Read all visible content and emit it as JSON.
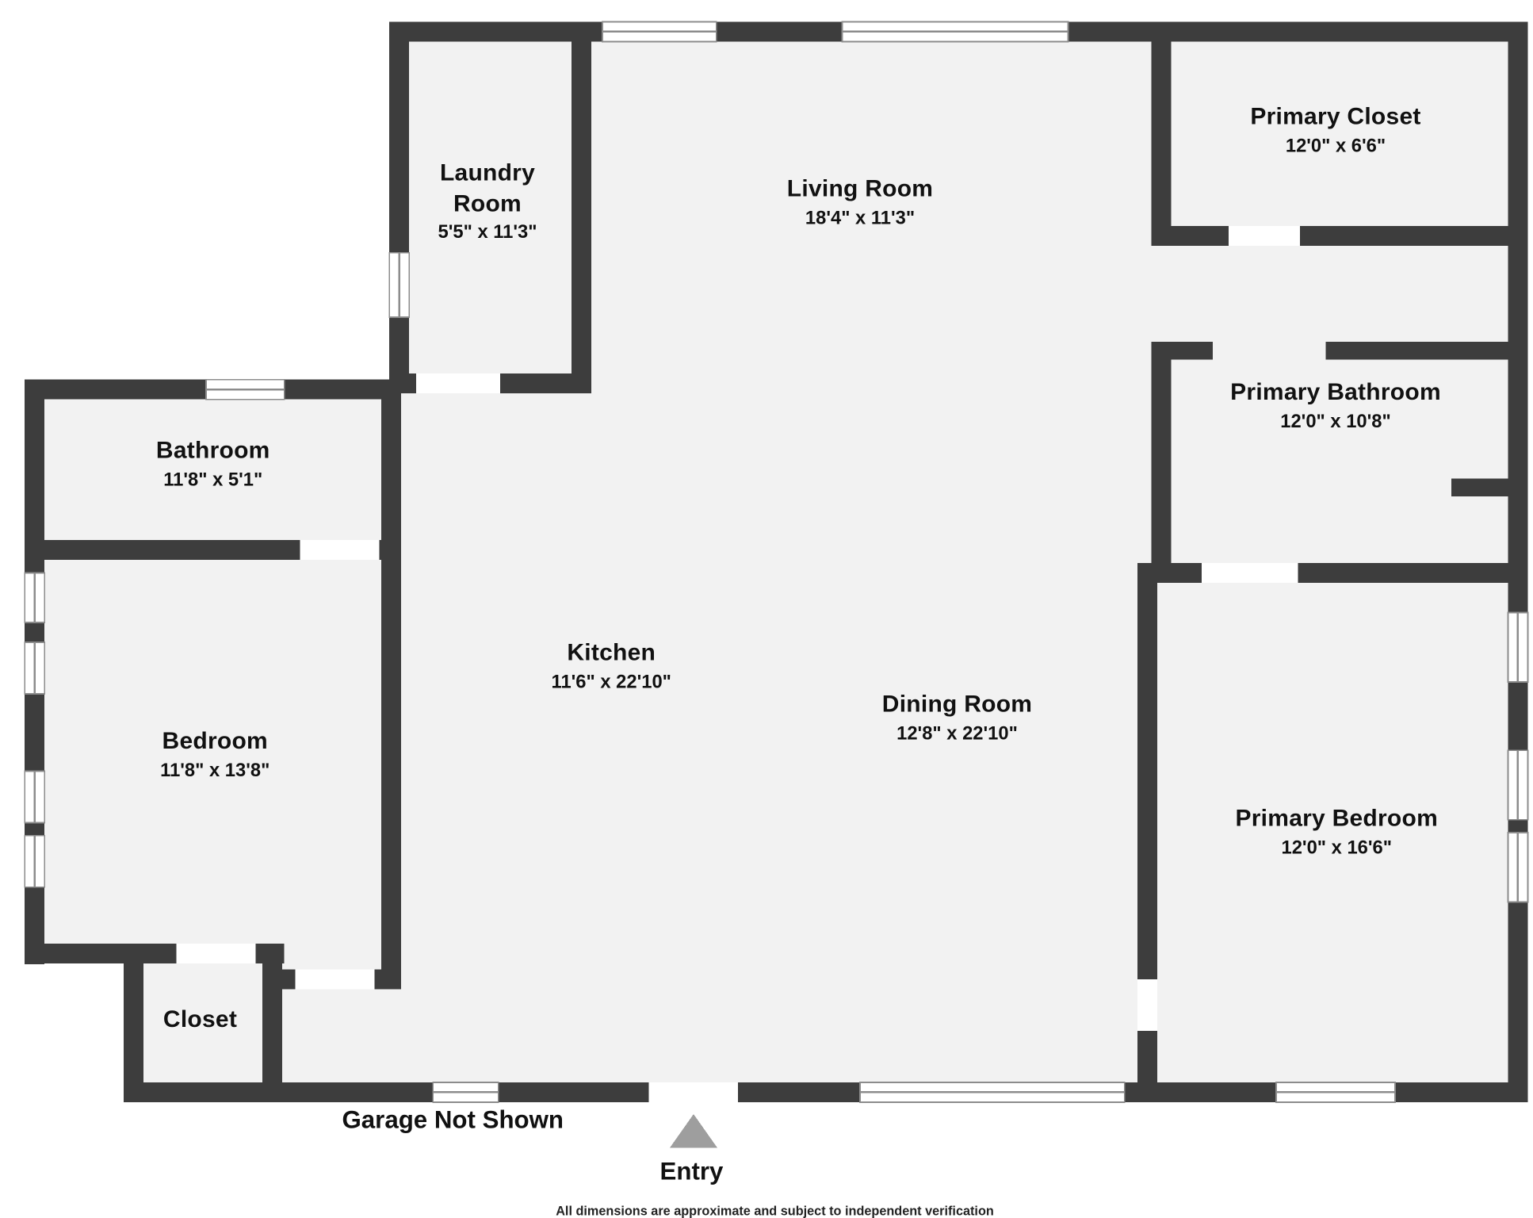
{
  "meta": {
    "garage_note": "Garage Not Shown",
    "entry_label": "Entry",
    "footer_note": "All dimensions are approximate and subject to independent verification"
  },
  "colors": {
    "wall": "#3d3d3d",
    "floor": "#f2f2f2",
    "background": "#ffffff",
    "window_line": "#8c8c8c",
    "entry_arrow": "#9e9e9e"
  },
  "rooms": {
    "laundry": {
      "name_line1": "Laundry",
      "name_line2": "Room",
      "dimensions": "5'5\" x 11'3\""
    },
    "living": {
      "name": "Living Room",
      "dimensions": "18'4\" x 11'3\""
    },
    "primary_closet": {
      "name": "Primary Closet",
      "dimensions": "12'0\" x 6'6\""
    },
    "primary_bathroom": {
      "name": "Primary Bathroom",
      "dimensions": "12'0\" x 10'8\""
    },
    "bathroom": {
      "name": "Bathroom",
      "dimensions": "11'8\" x 5'1\""
    },
    "bedroom": {
      "name": "Bedroom",
      "dimensions": "11'8\" x 13'8\""
    },
    "kitchen": {
      "name": "Kitchen",
      "dimensions": "11'6\" x 22'10\""
    },
    "dining": {
      "name": "Dining Room",
      "dimensions": "12'8\" x 22'10\""
    },
    "primary_bedroom": {
      "name": "Primary Bedroom",
      "dimensions": "12'0\" x 16'6\""
    },
    "closet": {
      "name": "Closet"
    }
  }
}
